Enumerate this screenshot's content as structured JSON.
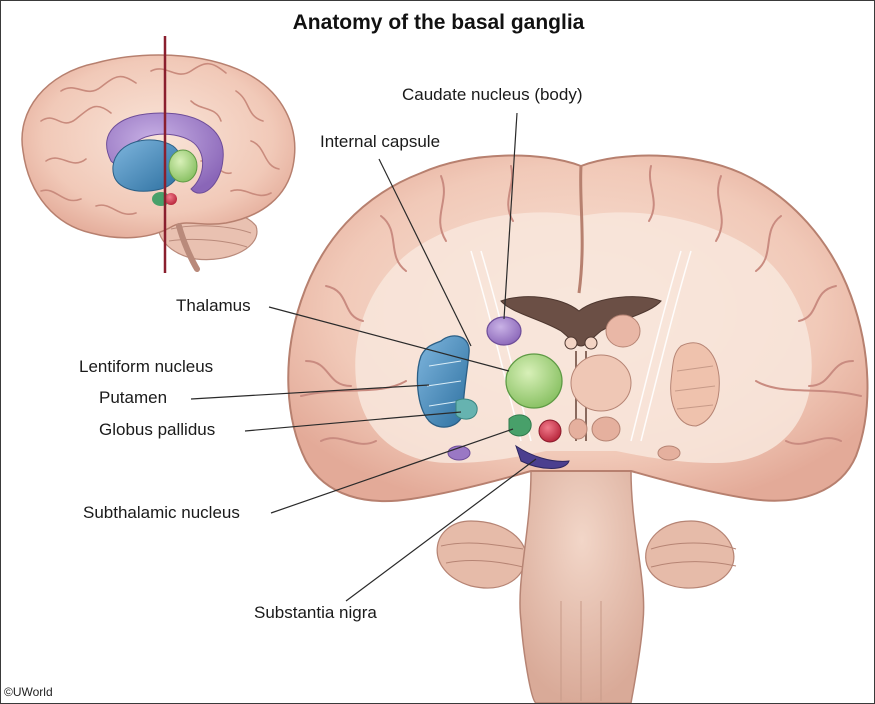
{
  "title": "Anatomy of the basal ganglia",
  "labels": {
    "caudate": "Caudate nucleus (body)",
    "internal_capsule": "Internal capsule",
    "thalamus": "Thalamus",
    "lentiform": "Lentiform nucleus",
    "putamen": "Putamen",
    "globus_pallidus": "Globus pallidus",
    "subthalamic": "Subthalamic nucleus",
    "substantia_nigra": "Substantia nigra"
  },
  "copyright": "©UWorld",
  "colors": {
    "brain_tissue": "#f3cdbd",
    "white_matter": "#f8e6dc",
    "sulcus": "#c98b80",
    "caudate": "#9a78c4",
    "thalamus": "#9fd07a",
    "putamen": "#3f86b8",
    "globus_pallidus": "#66b3b0",
    "subthalamic": "#48a06a",
    "red_nucleus": "#c8344a",
    "substantia_nigra": "#4b3f8f",
    "section_line": "#8a1f2e",
    "ventricle": "#6b4f45"
  }
}
